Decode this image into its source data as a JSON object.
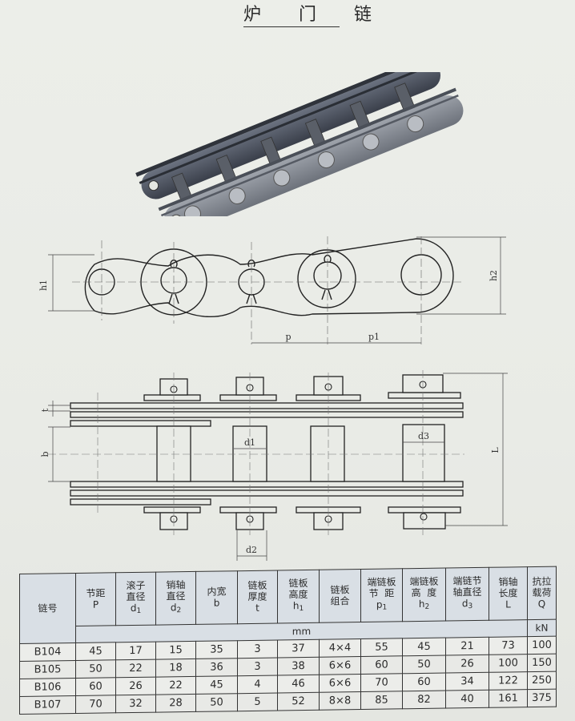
{
  "title": "炉 门 链",
  "photo": {
    "alt": "oven door chain product photo"
  },
  "drawings": {
    "side_view_labels": {
      "h1": "h1",
      "h2": "h2",
      "p": "p",
      "p1": "p1"
    },
    "top_view_labels": {
      "t": "t",
      "b": "b",
      "d1": "d1",
      "d2": "d2",
      "d3": "d3",
      "L": "L"
    }
  },
  "table": {
    "headers": [
      {
        "zh": "链号",
        "sym": "",
        "sub": ""
      },
      {
        "zh": "节距",
        "sym": "P",
        "sub": ""
      },
      {
        "zh": "滚子直径",
        "sym": "d",
        "sub": "1"
      },
      {
        "zh": "销轴直径",
        "sym": "d",
        "sub": "2"
      },
      {
        "zh": "内宽",
        "sym": "b",
        "sub": ""
      },
      {
        "zh": "链板厚度",
        "sym": "t",
        "sub": ""
      },
      {
        "zh": "链板高度",
        "sym": "h",
        "sub": "1"
      },
      {
        "zh": "链板组合",
        "sym": "",
        "sub": ""
      },
      {
        "zh": "端链板节 距",
        "sym": "p",
        "sub": "1"
      },
      {
        "zh": "端链板高 度",
        "sym": "h",
        "sub": "2"
      },
      {
        "zh": "端链节轴直径",
        "sym": "d",
        "sub": "3"
      },
      {
        "zh": "销轴长度",
        "sym": "L",
        "sub": ""
      },
      {
        "zh": "抗拉载荷",
        "sym": "Q",
        "sub": ""
      }
    ],
    "unit_mm": "mm",
    "unit_kn": "kN",
    "rows": [
      [
        "B104",
        "45",
        "17",
        "15",
        "35",
        "3",
        "37",
        "4×4",
        "55",
        "45",
        "21",
        "73",
        "100"
      ],
      [
        "B105",
        "50",
        "22",
        "18",
        "36",
        "3",
        "38",
        "6×6",
        "60",
        "50",
        "26",
        "100",
        "150"
      ],
      [
        "B106",
        "60",
        "26",
        "22",
        "45",
        "4",
        "46",
        "6×6",
        "70",
        "60",
        "34",
        "122",
        "250"
      ],
      [
        "B107",
        "70",
        "32",
        "28",
        "50",
        "5",
        "52",
        "8×8",
        "85",
        "82",
        "40",
        "161",
        "375"
      ]
    ]
  }
}
